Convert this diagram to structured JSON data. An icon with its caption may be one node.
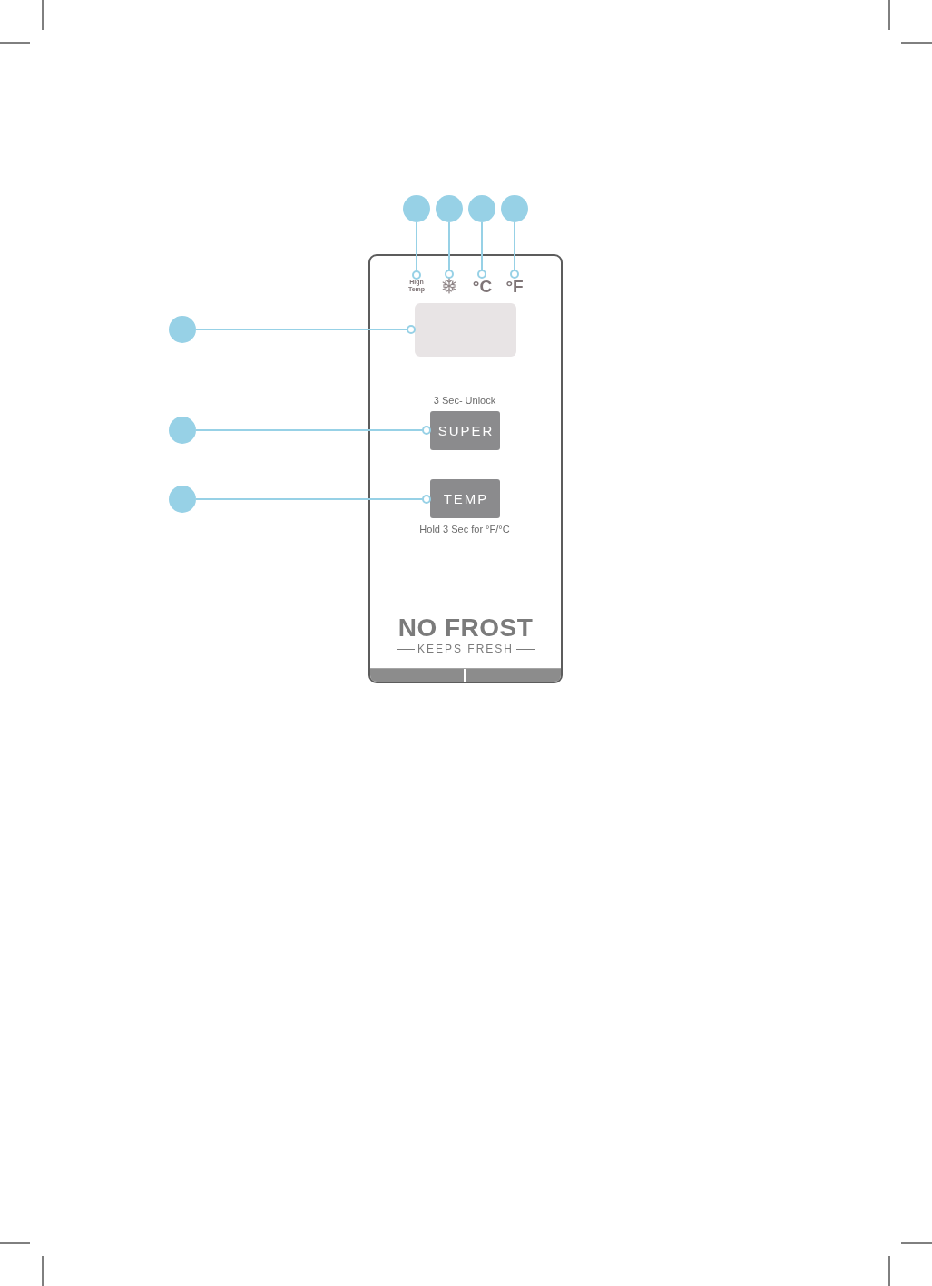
{
  "diagram": {
    "nodes": [
      {
        "text": [],
        "shape": "circle"
      },
      {
        "text": [],
        "shape": "circle"
      },
      {
        "text": [],
        "shape": "circle"
      },
      {
        "text": [],
        "shape": "circle"
      },
      {
        "text": [
          "NO FROST",
          "KEEPS FRESH"
        ]
      },
      {
        "text": [
          "High Temp"
        ],
        "in": 4
      },
      {
        "text": [],
        "shape": "picture",
        "in": 4
      },
      {
        "text": [
          "°C"
        ],
        "in": 4
      },
      {
        "text": [
          "°F"
        ],
        "in": 4
      },
      {
        "text": [],
        "shape": "circle"
      },
      {
        "text": [],
        "shape": "box",
        "in": 4
      },
      {
        "text": [],
        "shape": "circle"
      },
      {
        "text": [
          "SUPER"
        ],
        "in": 4,
        "beside": [
          "3 Sec- Unlock"
        ]
      },
      {
        "text": [],
        "shape": "circle"
      },
      {
        "text": [
          "TEMP"
        ],
        "in": 4,
        "beside": [
          "Hold 3 Sec for °F/°C"
        ]
      }
    ],
    "edges": [
      {
        "from": 0,
        "to": 5,
        "arrow": "other"
      },
      {
        "from": 1,
        "to": 6,
        "arrow": "other"
      },
      {
        "from": 2,
        "to": 7,
        "arrow": "other"
      },
      {
        "from": 3,
        "to": 8,
        "arrow": "other"
      },
      {
        "from": 9,
        "to": 10,
        "arrow": "other"
      },
      {
        "from": 11,
        "to": 12,
        "arrow": "other"
      },
      {
        "from": 13,
        "to": 14,
        "arrow": "other"
      }
    ]
  }
}
